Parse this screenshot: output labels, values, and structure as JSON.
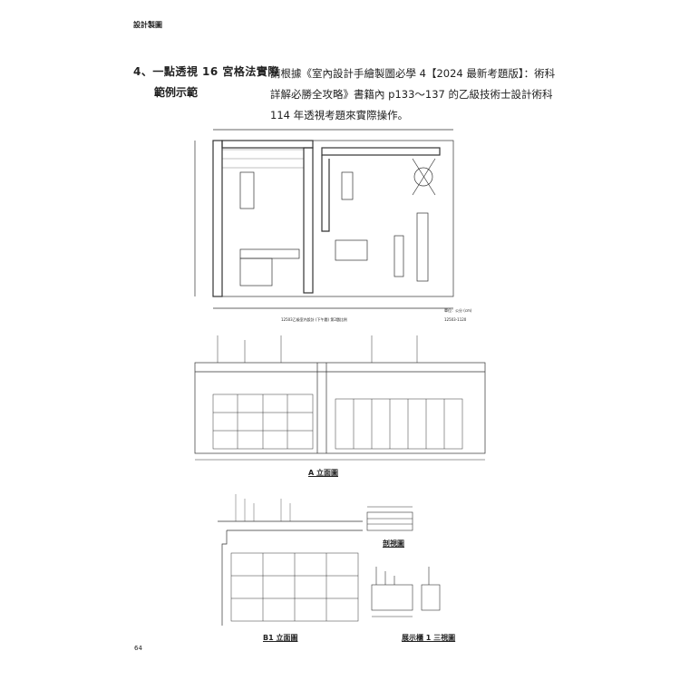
{
  "header": "設計製圖",
  "section": {
    "title_line1": "4、一點透視 16 宮格法實際",
    "title_line2": "範例示範",
    "body": [
      "請根據《室內設計手繪製圖必學 4【2024 最新考題版】：術科",
      "詳解必勝全攻略》書籍內 p133～137 的乙級技術士設計術科",
      "114 年透視考題來實際操作。"
    ]
  },
  "figures": {
    "plan_caption": "12503乙級室內設計 (下午題) 第2題比例",
    "plan_scale": "單位：公分 (cm)",
    "plan_code": "12503-1120",
    "elevation_a": "A 立面圖",
    "elevation_b1": "B1 立面圖",
    "section": "剖視圖",
    "display_cabinet": "展示櫃 1 三視圖"
  },
  "page_number": "64"
}
